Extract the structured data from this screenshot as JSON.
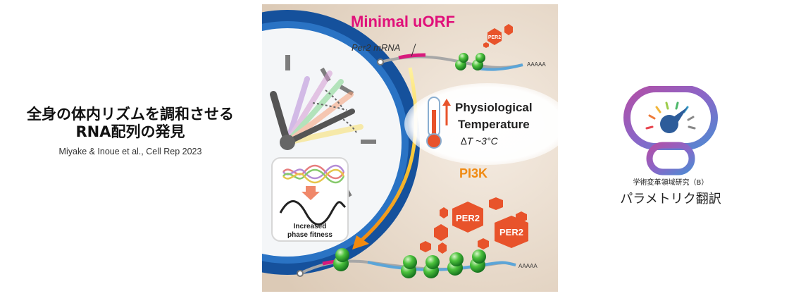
{
  "caption": {
    "title_line1": "全身の体内リズムを調和させる",
    "title_line2": "RNA配列の発見",
    "citation": "Miyake & Inoue et al., Cell Rep 2023"
  },
  "figure": {
    "heading": "Minimal uORF",
    "mrna_label": "Per2 mRNA",
    "polya_top": "AAAAA",
    "polya_bottom": "AAAAA",
    "per2_small": "PER2",
    "per2_left": "PER2",
    "per2_right": "PER2",
    "temp_line1": "Physiological",
    "temp_line2": "Temperature",
    "temp_delta": "∆T ~3°C",
    "pi3k": "PI3K",
    "inset_line1": "Increased",
    "inset_line2": "phase fitness",
    "colors": {
      "heading": "#e0107a",
      "per2": "#e8532b",
      "pi3k": "#f08a12",
      "clock_rim": "#1a5aa8",
      "background": "#e6d8c8"
    }
  },
  "logo": {
    "department": "学術変革領域研究（B）",
    "brand": "パラメトリク翻訳"
  }
}
